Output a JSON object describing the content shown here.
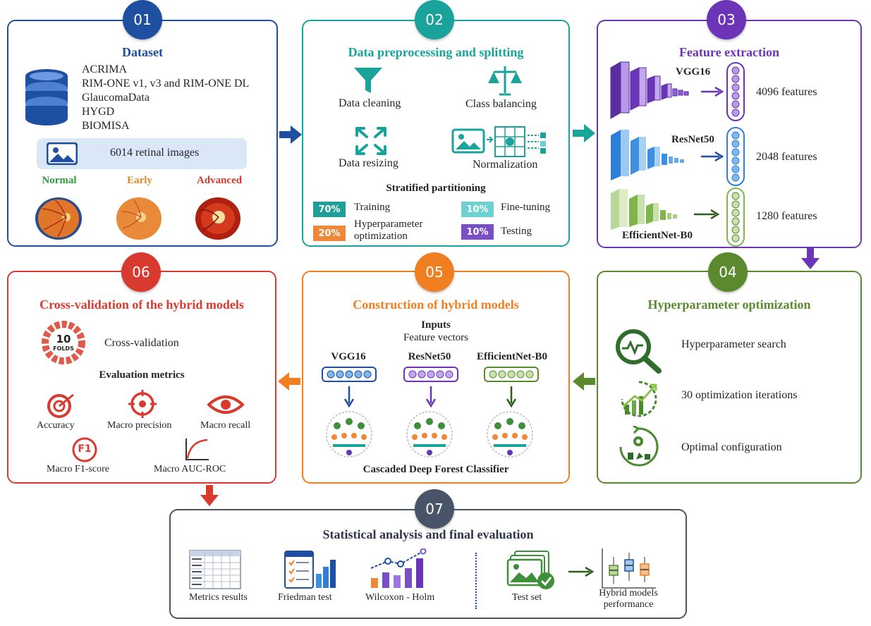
{
  "steps": {
    "s01": {
      "num": "01",
      "title": "Dataset",
      "color": "#1e4fa0",
      "datasets": [
        "ACRIMA",
        "RIM-ONE v1, v3 and RIM-ONE DL",
        "GlaucomaData",
        "HYGD",
        "BIOMISA"
      ],
      "images": "6014 retinal images",
      "classes": [
        {
          "label": "Normal",
          "color": "#2e9a3a"
        },
        {
          "label": "Early",
          "color": "#e08a2a"
        },
        {
          "label": "Advanced",
          "color": "#d23a2e"
        }
      ]
    },
    "s02": {
      "num": "02",
      "title": "Data preprocessing and splitting",
      "color": "#1aa39b",
      "ops": [
        "Data cleaning",
        "Class balancing",
        "Data resizing",
        "Normalization"
      ],
      "partition_title": "Stratified partitioning",
      "splits": [
        {
          "pct": "70%",
          "label": "Training",
          "color": "#1f9f98"
        },
        {
          "pct": "10%",
          "label": "Fine-tuning",
          "color": "#6dd0d3"
        },
        {
          "pct": "20%",
          "label": "Hyperparameter optimization",
          "color": "#f0883a"
        },
        {
          "pct": "10%",
          "label": "Testing",
          "color": "#7b4fc4"
        }
      ]
    },
    "s03": {
      "num": "03",
      "title": "Feature extraction",
      "color": "#6c35b8",
      "models": [
        {
          "name": "VGG16",
          "features": "4096 features"
        },
        {
          "name": "ResNet50",
          "features": "2048 features"
        },
        {
          "name": "EfficientNet-B0",
          "features": "1280 features"
        }
      ]
    },
    "s04": {
      "num": "04",
      "title": "Hyperparameter optimization",
      "color": "#5b8a2e",
      "items": [
        "Hyperparameter search",
        "30 optimization iterations",
        "Optimal configuration"
      ]
    },
    "s05": {
      "num": "05",
      "title": "Construction of hybrid models",
      "color": "#f07f22",
      "inputs": "Inputs",
      "inputs_sub": "Feature vectors",
      "models": [
        "VGG16",
        "ResNet50",
        "EfficientNet-B0"
      ],
      "classifier": "Cascaded Deep Forest Classifier"
    },
    "s06": {
      "num": "06",
      "title": "Cross-validation of the hybrid models",
      "color": "#d93a2f",
      "folds_num": "10",
      "folds_label": "FOLDS",
      "cv": "Cross-validation",
      "metrics_title": "Evaluation metrics",
      "metrics": [
        "Accuracy",
        "Macro precision",
        "Macro recall",
        "Macro F1-score",
        "Macro AUC-ROC"
      ],
      "f1_icon": "F1"
    },
    "s07": {
      "num": "07",
      "title": "Statistical analysis and final evaluation",
      "color": "#4a5468",
      "items": [
        "Metrics results",
        "Friedman test",
        "Wilcoxon - Holm",
        "Test set",
        "Hybrid models performance"
      ]
    }
  }
}
